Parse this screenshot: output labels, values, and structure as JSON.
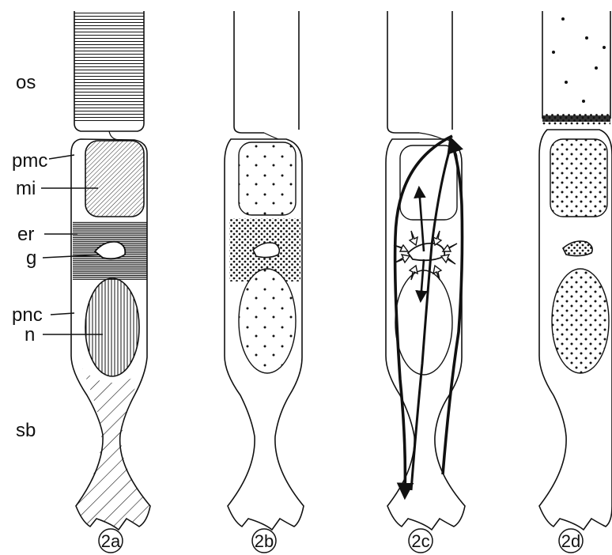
{
  "figure": {
    "structure_labels": {
      "os": "os",
      "pmc": "pmc",
      "mi": "mi",
      "er": "er",
      "g": "g",
      "pnc": "pnc",
      "n": "n",
      "sb": "sb"
    },
    "panels": [
      {
        "label": "2a"
      },
      {
        "label": "2b"
      },
      {
        "label": "2c"
      },
      {
        "label": "2d"
      }
    ]
  }
}
